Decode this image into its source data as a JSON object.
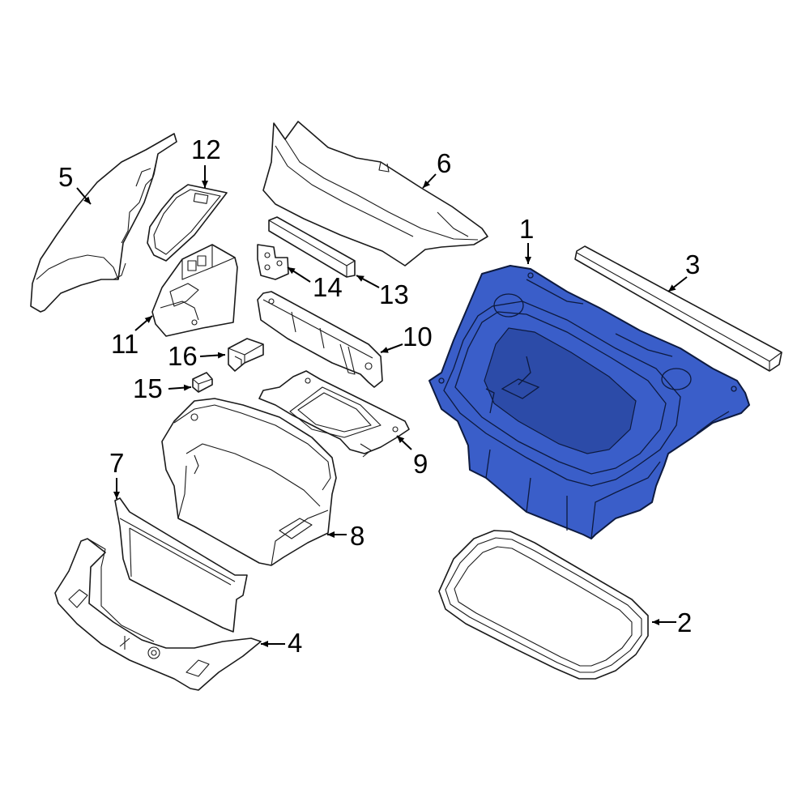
{
  "callouts": [
    {
      "id": "1",
      "label": "1"
    },
    {
      "id": "2",
      "label": "2"
    },
    {
      "id": "3",
      "label": "3"
    },
    {
      "id": "4",
      "label": "4"
    },
    {
      "id": "5",
      "label": "5"
    },
    {
      "id": "6",
      "label": "6"
    },
    {
      "id": "7",
      "label": "7"
    },
    {
      "id": "8",
      "label": "8"
    },
    {
      "id": "9",
      "label": "9"
    },
    {
      "id": "10",
      "label": "10"
    },
    {
      "id": "11",
      "label": "11"
    },
    {
      "id": "12",
      "label": "12"
    },
    {
      "id": "13",
      "label": "13"
    },
    {
      "id": "14",
      "label": "14"
    },
    {
      "id": "15",
      "label": "15"
    },
    {
      "id": "16",
      "label": "16"
    }
  ],
  "highlight_color": "#3a5ec9",
  "highlighted_part": "1"
}
